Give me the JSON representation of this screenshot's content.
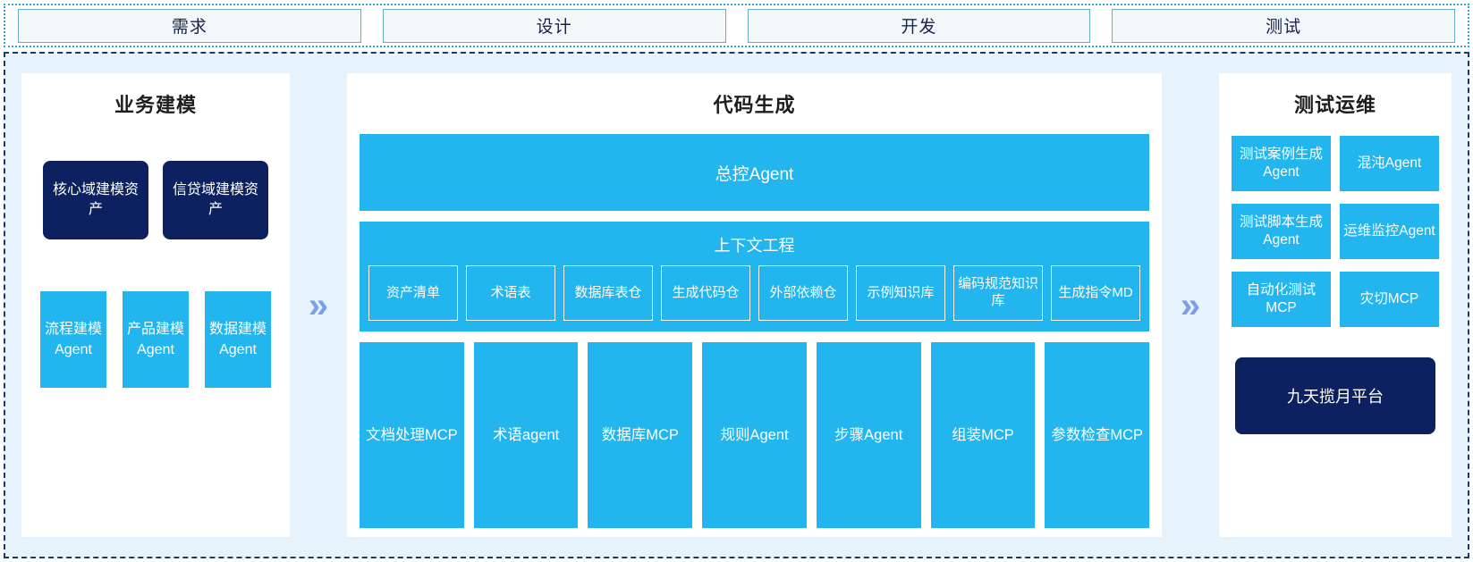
{
  "phases": {
    "items": [
      {
        "label": "需求"
      },
      {
        "label": "设计"
      },
      {
        "label": "开发"
      },
      {
        "label": "测试"
      }
    ]
  },
  "separators": {
    "chevron_glyph": "»"
  },
  "colors": {
    "accent_blue": "#23b5ee",
    "dark_navy": "#0d2160",
    "panel_bg": "#ffffff",
    "canvas_bg": "#e7f3fc",
    "phase_border": "#6aaec8",
    "phase_bg": "#f2f7fa",
    "chevron": "#7b9fe8"
  },
  "left_panel": {
    "title": "业务建模",
    "assets": [
      {
        "label": "核心域建模资产"
      },
      {
        "label": "信贷域建模资产"
      }
    ],
    "agents": [
      {
        "label": "流程建模Agent"
      },
      {
        "label": "产品建模Agent"
      },
      {
        "label": "数据建模Agent"
      }
    ]
  },
  "middle_panel": {
    "title": "代码生成",
    "master_agent": "总控Agent",
    "context": {
      "title": "上下文工程",
      "items": [
        {
          "label": "资产清单"
        },
        {
          "label": "术语表"
        },
        {
          "label": "数据库表仓"
        },
        {
          "label": "生成代码仓"
        },
        {
          "label": "外部依赖仓"
        },
        {
          "label": "示例知识库"
        },
        {
          "label": "编码规范知识库"
        },
        {
          "label": "生成指令MD"
        }
      ]
    },
    "tools": [
      {
        "label": "文档处理MCP",
        "wrap": true
      },
      {
        "label": "术语agent",
        "wrap": false
      },
      {
        "label": "数据库MCP",
        "wrap": true
      },
      {
        "label": "规则Agent",
        "wrap": false
      },
      {
        "label": "步骤Agent",
        "wrap": false
      },
      {
        "label": "组装MCP",
        "wrap": false
      },
      {
        "label": "参数检查MCP",
        "wrap": true
      }
    ]
  },
  "right_panel": {
    "title": "测试运维",
    "items": [
      {
        "label": "测试案例生成Agent"
      },
      {
        "label": "混沌Agent"
      },
      {
        "label": "测试脚本生成Agent"
      },
      {
        "label": "运维监控Agent"
      },
      {
        "label": "自动化测试MCP"
      },
      {
        "label": "灾切MCP"
      }
    ],
    "platform": "九天揽月平台"
  }
}
